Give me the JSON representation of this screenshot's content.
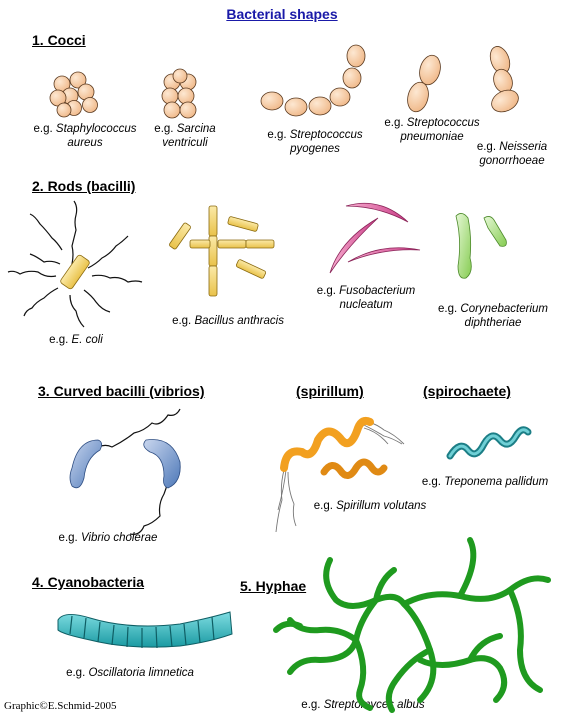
{
  "title": "Bacterial shapes",
  "sections": {
    "cocci": "1. Cocci",
    "rods": "2. Rods (bacilli)",
    "curved": "3. Curved bacilli (vibrios)",
    "spirillum": "(spirillum)",
    "spirochaete": "(spirochaete)",
    "cyano": "4. Cyanobacteria",
    "hyphae": "5. Hyphae"
  },
  "examples": {
    "staph": {
      "prefix": "e.g. ",
      "genus": "Staphylococcus",
      "species": "aureus"
    },
    "sarcina": {
      "prefix": "e.g. ",
      "genus": "Sarcina",
      "species": "ventriculi"
    },
    "strep_pyo": {
      "prefix": "e.g. ",
      "genus": "Streptococcus",
      "species": "pyogenes"
    },
    "strep_pn": {
      "prefix": "e.g. ",
      "genus": "Streptococcus",
      "species": "pneumoniae"
    },
    "neisseria": {
      "prefix": "e.g. ",
      "genus": "Neisseria",
      "species": "gonorrhoeae"
    },
    "ecoli": {
      "prefix": "e.g. ",
      "name": "E. coli"
    },
    "bacillus": {
      "prefix": "e.g. ",
      "name": "Bacillus anthracis"
    },
    "fuso": {
      "prefix": "e.g. ",
      "genus": "Fusobacterium",
      "species": "nucleatum"
    },
    "coryne": {
      "prefix": "e.g. ",
      "genus": "Corynebacterium",
      "species": "diphtheriae"
    },
    "vibrio": {
      "prefix": "e.g. ",
      "name": "Vibrio cholerae"
    },
    "spirillum": {
      "prefix": "e.g. ",
      "name": "Spirillum volutans"
    },
    "treponema": {
      "prefix": "e.g. ",
      "name": "Treponema pallidum"
    },
    "oscillatoria": {
      "prefix": "e.g. ",
      "name": "Oscillatoria limnetica"
    },
    "streptomyces": {
      "prefix": "e.g. ",
      "name": "Streptomyces albus"
    }
  },
  "credit": "Graphic©E.Schmid-2005",
  "colors": {
    "coccus": "#f6c9a0",
    "rod": "#f3d774",
    "fuso": "#e070a8",
    "coryne": "#a6e07a",
    "vibrio": "#7f9fd2",
    "spirillum": "#f2a020",
    "treponema": "#2fa0a8",
    "cyano": "#2fb8c0",
    "hyphae": "#1f9a1f"
  }
}
